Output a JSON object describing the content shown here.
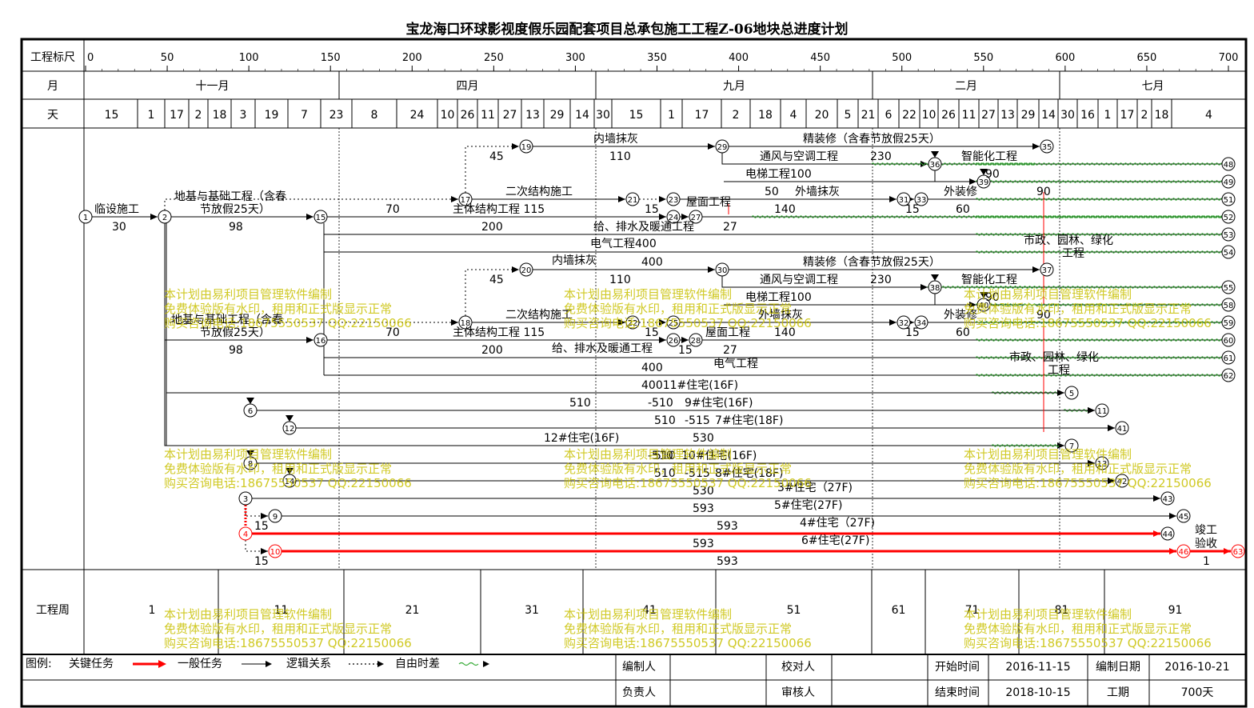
{
  "title": "宝龙海口环球影视度假乐园配套项目总承包施工工程Z-06地块总进度计划",
  "labels": {
    "scale": "工程标尺",
    "month": "月",
    "day": "天",
    "week": "工程周",
    "legend": "图例:",
    "legend_critical": "关键任务",
    "legend_general": "一般任务",
    "legend_logic": "逻辑关系",
    "legend_float": "自由时差"
  },
  "scale_ticks": [
    0,
    50,
    100,
    150,
    200,
    250,
    300,
    350,
    400,
    450,
    500,
    550,
    600,
    650,
    700
  ],
  "months": [
    "十一月",
    "四月",
    "九月",
    "二月",
    "七月"
  ],
  "days": [
    "15",
    "1",
    "17",
    "2",
    "18",
    "3",
    "19",
    "7",
    "23",
    "8",
    "24",
    "10",
    "26",
    "11",
    "27",
    "13",
    "29",
    "14",
    "30",
    "15",
    "1",
    "17",
    "2",
    "18",
    "4",
    "20",
    "5",
    "21",
    "6",
    "22",
    "10",
    "26",
    "11",
    "27",
    "13",
    "29",
    "14",
    "30",
    "16",
    "1",
    "17",
    "2",
    "18",
    "4"
  ],
  "weeks": [
    "1",
    "11",
    "21",
    "31",
    "41",
    "51",
    "61",
    "71",
    "81",
    "91"
  ],
  "watermark": [
    "本计划由易利项目管理软件编制",
    "免费体验版有水印，租用和正式版显示正常",
    "购买咨询电话:18675550537 QQ:22150066"
  ],
  "footer": {
    "compiler_label": "编制人",
    "compiler": "",
    "checker_label": "校对人",
    "checker": "",
    "start_label": "开始时间",
    "start": "2016-11-15",
    "date_label": "编制日期",
    "date": "2016-10-21",
    "owner_label": "负责人",
    "owner": "",
    "reviewer_label": "审核人",
    "reviewer": "",
    "end_label": "结束时间",
    "end": "2018-10-15",
    "duration_label": "工期",
    "duration": "700天"
  },
  "colors": {
    "critical": "#ff0000",
    "normal": "#000000",
    "float": "#33aa33",
    "watermark": "#c8c000"
  },
  "network": {
    "nodes": [
      {
        "id": "1",
        "d": 0
      },
      {
        "id": "2",
        "d": 30
      },
      {
        "id": "15",
        "d": 128
      },
      {
        "id": "17",
        "d": 198
      },
      {
        "id": "19",
        "d": 243
      },
      {
        "id": "29",
        "d": 353
      },
      {
        "id": "35",
        "d": 583
      },
      {
        "id": "36",
        "d": 496
      },
      {
        "id": "39",
        "d": 543
      },
      {
        "id": "21",
        "d": 313
      },
      {
        "id": "23",
        "d": 328
      },
      {
        "id": "24",
        "d": 328
      },
      {
        "id": "27",
        "d": 338
      },
      {
        "id": "31",
        "d": 473
      },
      {
        "id": "33",
        "d": 479
      },
      {
        "id": "16",
        "d": 128
      },
      {
        "id": "18",
        "d": 198
      },
      {
        "id": "20",
        "d": 243
      },
      {
        "id": "30",
        "d": 353
      },
      {
        "id": "37",
        "d": 583
      },
      {
        "id": "38",
        "d": 496
      },
      {
        "id": "40",
        "d": 543
      },
      {
        "id": "22",
        "d": 313
      },
      {
        "id": "25",
        "d": 328
      },
      {
        "id": "26",
        "d": 328
      },
      {
        "id": "28",
        "d": 338
      },
      {
        "id": "32",
        "d": 473
      },
      {
        "id": "34",
        "d": 479
      },
      {
        "id": "6",
        "d": 79
      },
      {
        "id": "12",
        "d": 99
      },
      {
        "id": "8",
        "d": 79
      },
      {
        "id": "14",
        "d": 99
      },
      {
        "id": "3",
        "d": 78
      },
      {
        "id": "9",
        "d": 93
      },
      {
        "id": "4",
        "d": 78
      },
      {
        "id": "10",
        "d": 93
      },
      {
        "id": "5",
        "d": 583
      },
      {
        "id": "11",
        "d": 603
      },
      {
        "id": "41",
        "d": 618
      },
      {
        "id": "7",
        "d": 583
      },
      {
        "id": "13",
        "d": 603
      },
      {
        "id": "42",
        "d": 618
      },
      {
        "id": "43",
        "d": 626
      },
      {
        "id": "45",
        "d": 641
      },
      {
        "id": "44",
        "d": 626
      },
      {
        "id": "46",
        "d": 641
      },
      {
        "id": "63",
        "d": 700
      },
      {
        "id": "48",
        "d": 700
      },
      {
        "id": "49",
        "d": 700
      },
      {
        "id": "51",
        "d": 700
      },
      {
        "id": "52",
        "d": 700
      },
      {
        "id": "53",
        "d": 700
      },
      {
        "id": "54",
        "d": 700
      },
      {
        "id": "55",
        "d": 700
      },
      {
        "id": "58",
        "d": 700
      },
      {
        "id": "59",
        "d": 700
      },
      {
        "id": "60",
        "d": 700
      },
      {
        "id": "61",
        "d": 700
      },
      {
        "id": "62",
        "d": 700
      }
    ],
    "tasks": [
      {
        "name": "临设施工",
        "duration": "30"
      },
      {
        "name": "地基与基础工程（含春节放假25天）",
        "duration": "98"
      },
      {
        "name": "主体结构工程",
        "duration": "115"
      },
      {
        "name": "二次结构施工",
        "duration": ""
      },
      {
        "name": "内墙抹灰",
        "duration": "110"
      },
      {
        "name": "精装修（含春节放假25天）",
        "duration": "230"
      },
      {
        "name": "通风与空调工程",
        "duration": ""
      },
      {
        "name": "智能化工程",
        "duration": "90"
      },
      {
        "name": "电梯工程100",
        "duration": "100"
      },
      {
        "name": "外墙抹灰",
        "duration": "140"
      },
      {
        "name": "屋面工程",
        "duration": "27"
      },
      {
        "name": "外装修",
        "duration": "60"
      },
      {
        "name": "给、排水及暖通工程",
        "duration": "200"
      },
      {
        "name": "电气工程400",
        "duration": "400"
      },
      {
        "name": "市政、园林、绿化工程",
        "duration": "90"
      },
      {
        "name": "11#住宅(16F)",
        "duration": "510"
      },
      {
        "name": "9#住宅(16F)",
        "duration": "510"
      },
      {
        "name": "7#住宅(18F)",
        "duration": "515"
      },
      {
        "name": "12#住宅(16F)",
        "duration": "530"
      },
      {
        "name": "10#住宅(16F)",
        "duration": "510"
      },
      {
        "name": "8#住宅(18F)",
        "duration": "515"
      },
      {
        "name": "3#住宅（27F)",
        "duration": "530"
      },
      {
        "name": "5#住宅(27F)",
        "duration": "593"
      },
      {
        "name": "4#住宅（27F)",
        "duration": "593"
      },
      {
        "name": "6#住宅(27F)",
        "duration": "593"
      },
      {
        "name": "竣工验收",
        "duration": "1"
      }
    ],
    "labels": [
      {
        "t": "临设施工"
      },
      {
        "t": "30"
      },
      {
        "t": "地基与基础工程（含春"
      },
      {
        "t": "节放假25天）"
      },
      {
        "t": "98"
      },
      {
        "t": "70"
      },
      {
        "t": "主体结构工程 115"
      },
      {
        "t": "二次结构施工"
      },
      {
        "t": "45"
      },
      {
        "t": "内墙抹灰"
      },
      {
        "t": "110"
      },
      {
        "t": "精装修（含春节放假25天）"
      },
      {
        "t": "通风与空调工程"
      },
      {
        "t": "230"
      },
      {
        "t": "智能化工程"
      },
      {
        "t": "电梯工程100"
      },
      {
        "t": "90"
      },
      {
        "t": "50"
      },
      {
        "t": "外墙抹灰"
      },
      {
        "t": "外装修"
      },
      {
        "t": "90"
      },
      {
        "t": "15"
      },
      {
        "t": "屋面工程"
      },
      {
        "t": "140"
      },
      {
        "t": "15"
      },
      {
        "t": "60"
      },
      {
        "t": "200"
      },
      {
        "t": "给、排水及暖通工程"
      },
      {
        "t": "27"
      },
      {
        "t": "电气工程400"
      },
      {
        "t": "市政、园林、绿化"
      },
      {
        "t": "工程"
      },
      {
        "t": "内墙抹灰"
      },
      {
        "t": "400"
      },
      {
        "t": "45"
      },
      {
        "t": "110"
      },
      {
        "t": "精装修（含春节放假25天）"
      },
      {
        "t": "通风与空调工程"
      },
      {
        "t": "230"
      },
      {
        "t": "智能化工程"
      },
      {
        "t": "电梯工程100"
      },
      {
        "t": "90"
      },
      {
        "t": "地基与基础工程（含春"
      },
      {
        "t": "节放假25天）"
      },
      {
        "t": "98"
      },
      {
        "t": "70"
      },
      {
        "t": "主体结构工程 115"
      },
      {
        "t": "二次结构施工"
      },
      {
        "t": "15"
      },
      {
        "t": "外墙抹灰"
      },
      {
        "t": "140"
      },
      {
        "t": "15"
      },
      {
        "t": "外装修"
      },
      {
        "t": "60"
      },
      {
        "t": "90"
      },
      {
        "t": "屋面工程"
      },
      {
        "t": "200"
      },
      {
        "t": "给、排水及暖通工程"
      },
      {
        "t": "15"
      },
      {
        "t": "27"
      },
      {
        "t": "市政、园林、绿化"
      },
      {
        "t": "工程"
      },
      {
        "t": "400"
      },
      {
        "t": "电气工程"
      },
      {
        "t": "40011#住宅(16F)"
      },
      {
        "t": "510"
      },
      {
        "t": "-510"
      },
      {
        "t": "9#住宅(16F)"
      },
      {
        "t": "510"
      },
      {
        "t": "-515"
      },
      {
        "t": "7#住宅(18F)"
      },
      {
        "t": "12#住宅(16F)"
      },
      {
        "t": "530"
      },
      {
        "t": "510"
      },
      {
        "t": "-510"
      },
      {
        "t": "10#住宅(16F)"
      },
      {
        "t": "510"
      },
      {
        "t": "-515"
      },
      {
        "t": "8#住宅(18F)"
      },
      {
        "t": "530"
      },
      {
        "t": "3#住宅（27F)"
      },
      {
        "t": "593"
      },
      {
        "t": "5#住宅(27F)"
      },
      {
        "t": "15"
      },
      {
        "t": "593"
      },
      {
        "t": "4#住宅（27F)"
      },
      {
        "t": "593"
      },
      {
        "t": "6#住宅(27F)"
      },
      {
        "t": "15"
      },
      {
        "t": "593"
      },
      {
        "t": "竣工"
      },
      {
        "t": "验收"
      },
      {
        "t": "1"
      }
    ]
  }
}
